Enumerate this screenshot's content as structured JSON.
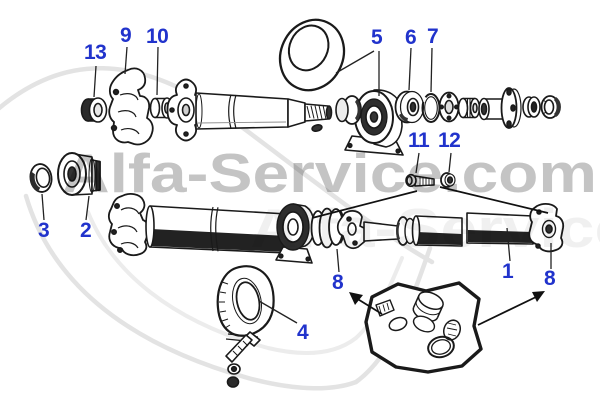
{
  "diagram": {
    "type": "exploded-parts-diagram",
    "subject": "propeller shaft assembly",
    "watermark": {
      "text": "Alfa-Service.com",
      "color": "#8a8a8a"
    },
    "label_color": "#2133cc",
    "line_color": "#1a1a1a",
    "labels": [
      {
        "text": "13",
        "part": "dome-nut"
      },
      {
        "text": "9",
        "part": "front-yoke-flange"
      },
      {
        "text": "10",
        "part": "pilot-bushing"
      },
      {
        "text": "5",
        "part": "center-bearing-support"
      },
      {
        "text": "6",
        "part": "center-bearing"
      },
      {
        "text": "7",
        "part": "snap-ring"
      },
      {
        "text": "11",
        "part": "bolt"
      },
      {
        "text": "12",
        "part": "nut"
      },
      {
        "text": "3",
        "part": "seal-cup"
      },
      {
        "text": "2",
        "part": "bushing-sleeve"
      },
      {
        "text": "8",
        "part": "universal-joint-kit"
      },
      {
        "text": "4",
        "part": "rubber-damper-mount"
      },
      {
        "text": "1",
        "part": "rear-propeller-shaft"
      },
      {
        "text": "8",
        "part": "universal-joint-kit"
      }
    ]
  }
}
